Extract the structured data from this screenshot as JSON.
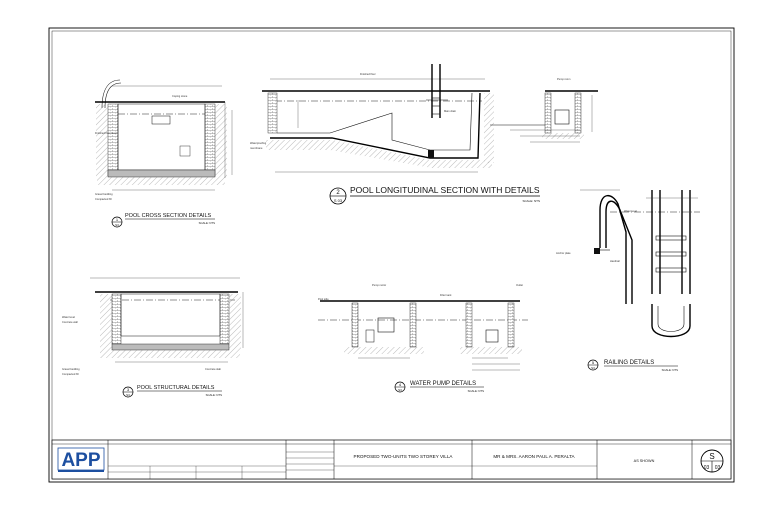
{
  "drawings": {
    "cross_section": {
      "title": "POOL CROSS SECTION DETAILS",
      "scale": "SCALE: NTS",
      "bubble_num": "1",
      "bubble_sheet": "S3"
    },
    "longitudinal": {
      "title": "POOL LONGITUDINAL SECTION WITH DETAILS",
      "scale": "SCALE: NTS",
      "bubble_num": "2",
      "bubble_sheet": "S 03"
    },
    "structural": {
      "title": "POOL STRUCTURAL DETAILS",
      "scale": "SCALE: NTS",
      "bubble_num": "3",
      "bubble_sheet": "S3"
    },
    "water_pump": {
      "title": "WATER PUMP DETAILS",
      "scale": "SCALE: NTS",
      "bubble_num": "4",
      "bubble_sheet": "S3"
    },
    "railing": {
      "title": "RAILING DETAILS",
      "scale": "SCALE: NTS",
      "bubble_num": "5",
      "bubble_sheet": "S3"
    }
  },
  "title_block": {
    "logo_text": "APP",
    "project": "PROPOSED TWO-UNITS TWO STOREY VILLA",
    "owner": "MR & MRS. AARON PAUL A. PERALTA",
    "scale": "AS SHOWN",
    "sheet_letter": "S",
    "sheet_number": "03",
    "sheet_total": "03"
  },
  "colors": {
    "logo_blue": "#1d4fa0",
    "ink": "#111111",
    "paper": "#ffffff"
  }
}
